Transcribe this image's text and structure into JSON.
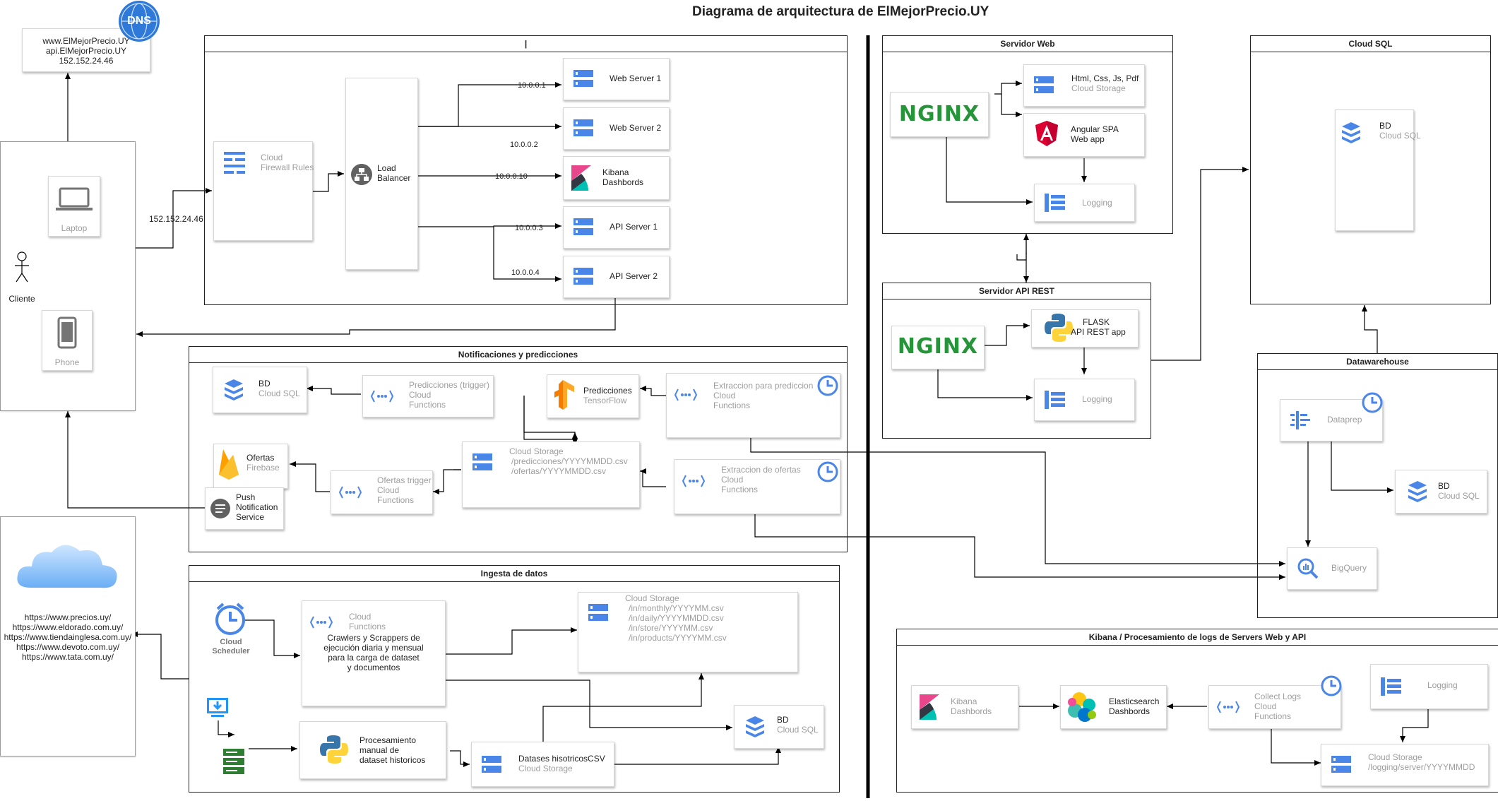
{
  "title": "Diagrama de arquitectura de ElMejorPrecio.UY",
  "dns": {
    "badge": "DNS",
    "line1": "www.ElMejorPrecio.UY",
    "line2": "api.ElMejorPrecio.UY",
    "line3": "152.152.24.46"
  },
  "client": {
    "label": "Cliente",
    "laptop": "Laptop",
    "phone": "Phone",
    "ip": "152.152.24.46"
  },
  "group_top": {
    "title": "|"
  },
  "firewall": {
    "l1": "Cloud",
    "l2": "Firewall Rules"
  },
  "lb": {
    "l1": "Load",
    "l2": "Balancer"
  },
  "ips": {
    "web1": "10.0.0.1",
    "web2": "10.0.0.2",
    "kibana": "10.0.0.10",
    "api1": "10.0.0.3",
    "api2": "10.0.0.4"
  },
  "web_server_1": "Web Server 1",
  "web_server_2": "Web Server 2",
  "kibana_top": {
    "l1": "Kibana",
    "l2": "Dashbords"
  },
  "api_server_1": "API Server 1",
  "api_server_2": "API Server 2",
  "notif": {
    "title": "Notificaciones y predicciones",
    "bd": {
      "l1": "BD",
      "l2": "Cloud SQL"
    },
    "pred_trigger": {
      "l1": "Predicciones (trigger)",
      "l2": "Cloud",
      "l3": "Functions"
    },
    "tensorflow": {
      "l1": "Predicciones",
      "l2": "TensorFlow"
    },
    "extr_pred": {
      "l1": "Extraccion para prediccion",
      "l2": "Cloud",
      "l3": "Functions"
    },
    "ofertas": {
      "l1": "Ofertas",
      "l2": "Firebase"
    },
    "storage": {
      "l1": "Cloud Storage",
      "l2": "/predicciones/YYYYMMDD.csv",
      "l3": "/ofertas/YYYYMMDD.csv"
    },
    "ofertas_trigger": {
      "l1": "Ofertas trigger",
      "l2": "Cloud",
      "l3": "Functions"
    },
    "extr_ofertas": {
      "l1": "Extraccion de ofertas",
      "l2": "Cloud",
      "l3": "Functions"
    },
    "push": {
      "l1": "Push",
      "l2": "Notification",
      "l3": "Service"
    }
  },
  "ingesta": {
    "title": "Ingesta de datos",
    "scheduler": {
      "l1": "Cloud",
      "l2": "Scheduler"
    },
    "functions": {
      "l1": "Cloud",
      "l2": "Functions",
      "l3": "Crawlers y Scrappers de",
      "l4": "ejecución diaria y mensual",
      "l5": "para la carga de dataset",
      "l6": "y documentos"
    },
    "storage": {
      "l1": "Cloud Storage",
      "l2": "/in/monthly/YYYYMM.csv",
      "l3": "/in/daily/YYYYMMDD.csv",
      "l4": "/in/store/YYYYMM.csv",
      "l5": "/in/products/YYYYMM.csv"
    },
    "manual": {
      "l1": "Procesamiento",
      "l2": "manual de",
      "l3": "dataset historicos"
    },
    "historicos": {
      "l1": "Datases hisotricosCSV",
      "l2": "Cloud Storage"
    },
    "bd": {
      "l1": "BD",
      "l2": "Cloud SQL"
    }
  },
  "sources": [
    "https://www.precios.uy/",
    "https://www.eldorado.com.uy/",
    "https://www.tiendainglesa.com.uy/",
    "https://www.devoto.com.uy/",
    "https://www.tata.com.uy/"
  ],
  "servidor_web": {
    "title": "Servidor Web",
    "nginx": "NGINX",
    "static": {
      "l1": "Html, Css, Js, Pdf",
      "l2": "Cloud Storage"
    },
    "angular": {
      "l1": "Angular SPA",
      "l2": "Web app"
    },
    "logging": "Logging"
  },
  "servidor_api": {
    "title": "Servidor API REST",
    "nginx": "NGINX",
    "flask": {
      "l1": "FLASK",
      "l2": "API REST app"
    },
    "logging": "Logging"
  },
  "cloud_sql": {
    "title": "Cloud SQL",
    "l1": "BD",
    "l2": "Cloud SQL"
  },
  "dwh": {
    "title": "Datawarehouse",
    "dataprep": "Dataprep",
    "bd": {
      "l1": "BD",
      "l2": "Cloud SQL"
    },
    "bigquery": "BigQuery"
  },
  "kibana_group": {
    "title": "Kibana / Procesamiento de logs de Servers Web y API",
    "kibana": {
      "l1": "Kibana",
      "l2": "Dashbords"
    },
    "elastic": {
      "l1": "Elasticsearch",
      "l2": "Dashbords"
    },
    "collect": {
      "l1": "Collect Logs",
      "l2": "Cloud",
      "l3": "Functions"
    },
    "logging": "Logging",
    "storage": {
      "l1": "Cloud Storage",
      "l2": "/logging/server/YYYYMMDD"
    }
  },
  "colors": {
    "gcp_blue": "#4a86e8",
    "nginx_green": "#269539",
    "angular_red": "#dd0031",
    "tf_orange": "#f57c00",
    "firebase": "#fbc02d"
  }
}
